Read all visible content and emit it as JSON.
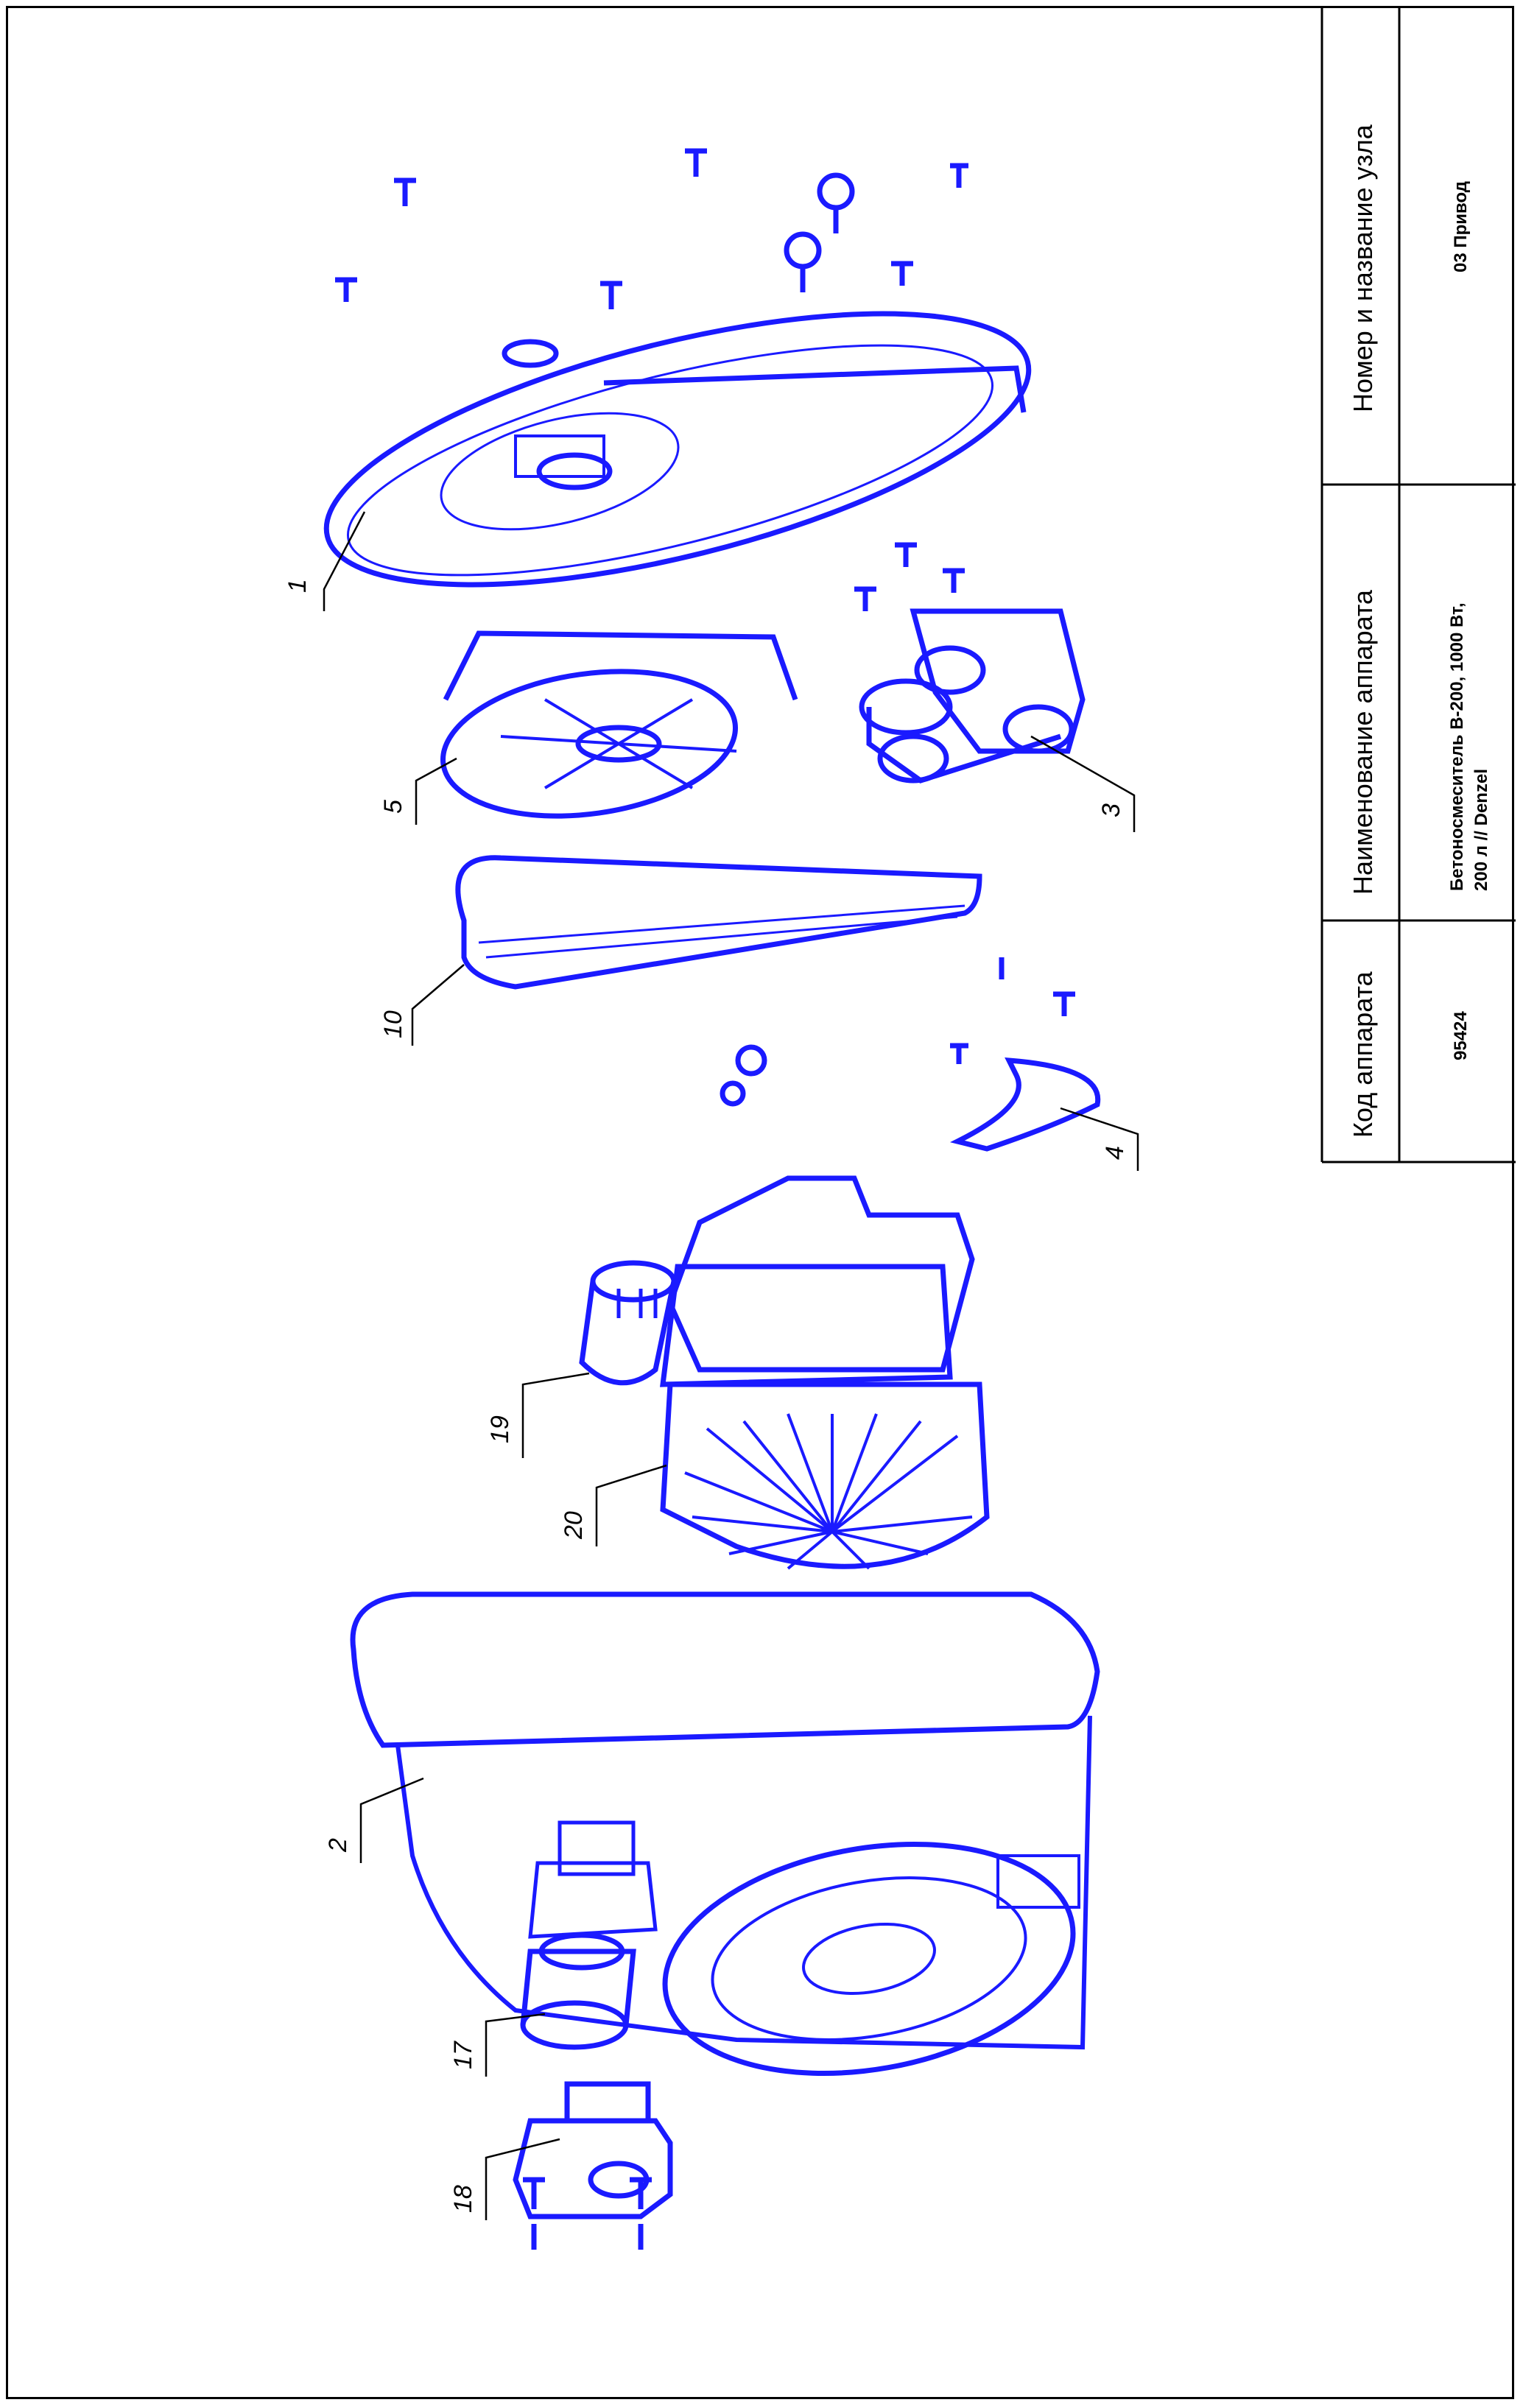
{
  "title_block": {
    "headers": {
      "code": "Код аппарата",
      "device_name": "Наименование аппарата",
      "unit": "Номер и название узла"
    },
    "values": {
      "code": "95424",
      "device_name_line1": "Бетоносмеситель  В-200, 1000 Вт,",
      "device_name_line2": "200 л // Denzel",
      "unit": "03 Привод"
    }
  },
  "callouts": [
    "1",
    "2",
    "3",
    "4",
    "5",
    "10",
    "17",
    "18",
    "19",
    "20"
  ],
  "colors": {
    "part_stroke": "#1a1aff",
    "line": "#000000",
    "background": "#ffffff"
  }
}
